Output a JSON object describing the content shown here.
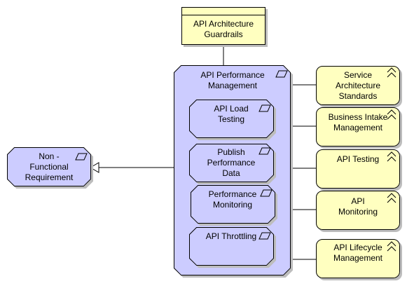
{
  "diagram": {
    "colors": {
      "requirement_fill": "#ffffc0",
      "motivation_fill": "#ccccff",
      "principle_fill": "#ffffc0",
      "stroke": "#000000",
      "shadow": "#bdbdbd"
    },
    "guardrails": {
      "label": "API Architecture\nGuardrails"
    },
    "performance_management": {
      "label": "API Performance\nManagement",
      "icon": "parallelogram-icon",
      "children": [
        {
          "id": "load-testing",
          "label": "API Load\nTesting",
          "icon": "parallelogram-icon"
        },
        {
          "id": "publish-data",
          "label": "Publish\nPerformance\nData",
          "icon": "parallelogram-icon"
        },
        {
          "id": "performance-monitoring",
          "label": "Performance\nMonitoring",
          "icon": "parallelogram-icon"
        },
        {
          "id": "api-throttling",
          "label": "API Throttling",
          "icon": "parallelogram-icon"
        }
      ]
    },
    "non_functional": {
      "label": "Non -\nFunctional\nRequirement",
      "icon": "parallelogram-icon"
    },
    "right_items": [
      {
        "id": "service-architecture-standards",
        "label": "Service\nArchitecture\nStandards",
        "icon": "double-chevron-up-icon"
      },
      {
        "id": "business-intake-management",
        "label": "Business Intake\nManagement",
        "icon": "double-chevron-up-icon"
      },
      {
        "id": "api-testing",
        "label": "API Testing",
        "icon": "double-chevron-up-icon"
      },
      {
        "id": "api-monitoring",
        "label": "API\nMonitoring",
        "icon": "double-chevron-up-icon"
      },
      {
        "id": "api-lifecycle-management",
        "label": "API Lifecycle\nManagement",
        "icon": "double-chevron-up-icon"
      }
    ]
  }
}
